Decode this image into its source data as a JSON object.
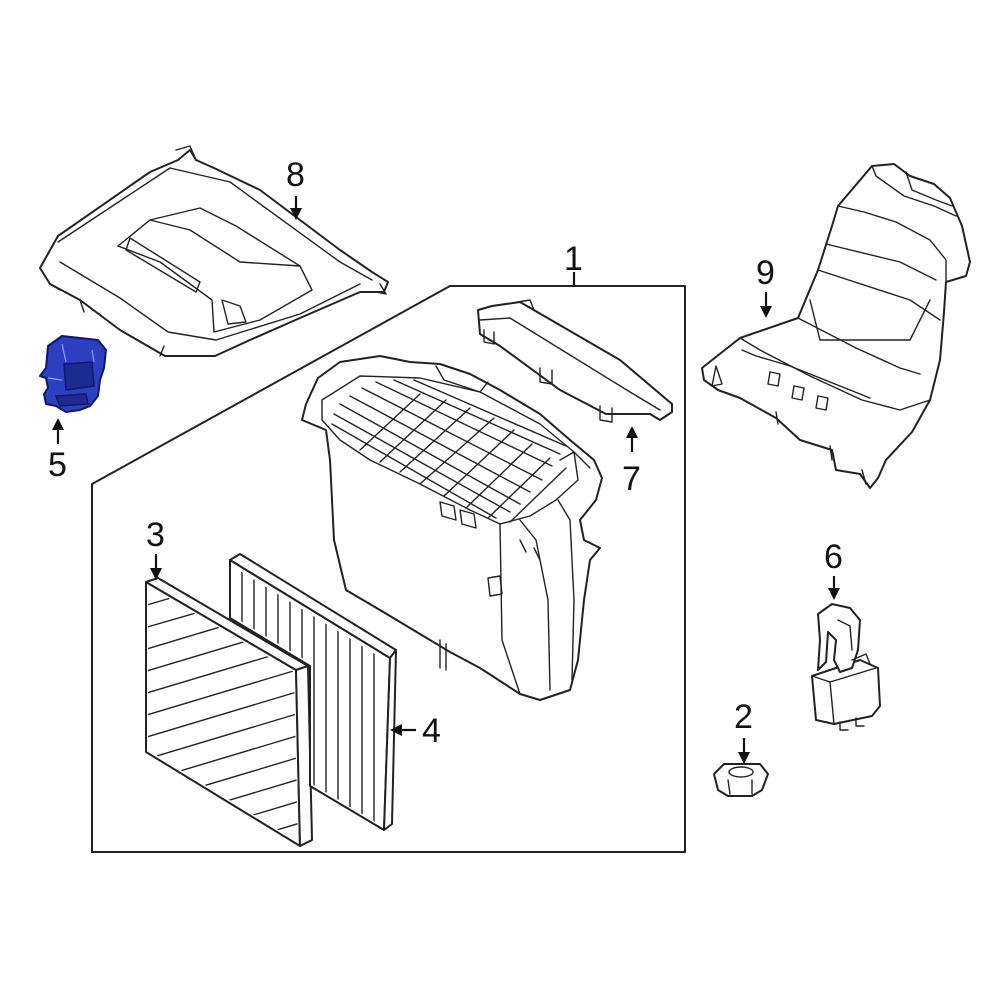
{
  "callouts": {
    "c1": "1",
    "c2": "2",
    "c3": "3",
    "c4": "4",
    "c5": "5",
    "c6": "6",
    "c7": "7",
    "c8": "8",
    "c9": "9"
  },
  "colors": {
    "highlight": "#2b3fc0",
    "line": "#222222",
    "background": "#ffffff"
  }
}
